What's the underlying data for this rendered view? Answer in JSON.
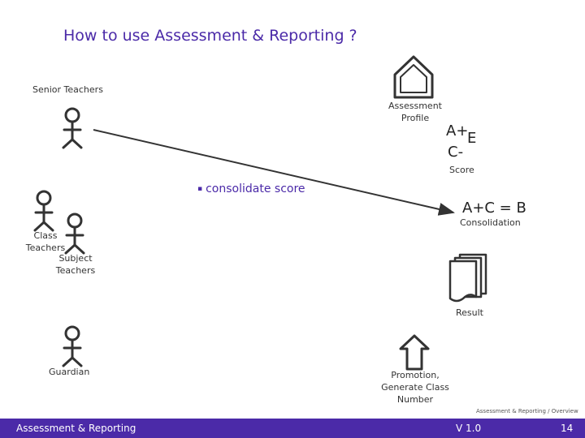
{
  "title": "How to use Assessment & Reporting ?",
  "roles": {
    "senior_teachers": "Senior Teachers",
    "class_teachers": "Class\nTeachers",
    "subject_teachers": "Subject\nTeachers",
    "guardian": "Guardian"
  },
  "assessment_profile": "Assessment\nProfile",
  "grades": {
    "a_plus": "A+",
    "e": "E",
    "c_minus": "C-",
    "score_label": "Score"
  },
  "consolidation": {
    "formula": "A+C = B",
    "label": "Consolidation"
  },
  "bullet": "consolidate score",
  "result_label": "Result",
  "promotion_label": "Promotion,\nGenerate Class\nNumber",
  "footer": {
    "breadcrumb": "Assessment & Reporting / Overview",
    "left": "Assessment & Reporting",
    "version": "V 1.0",
    "page": "14"
  },
  "colors": {
    "accent": "#4B2AA8",
    "line": "#333333"
  }
}
